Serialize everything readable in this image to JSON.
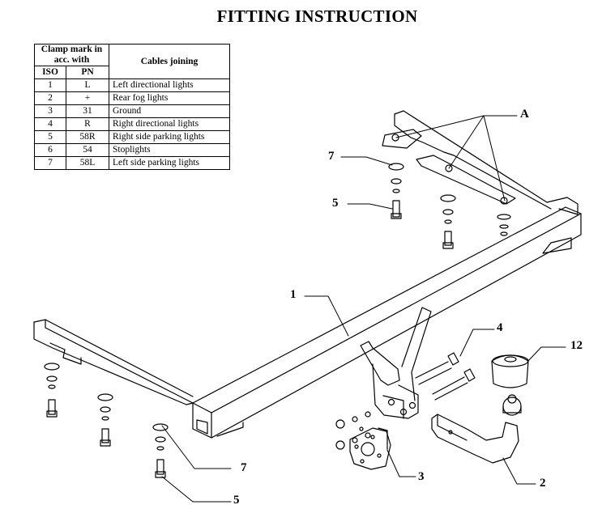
{
  "title": "FITTING INSTRUCTION",
  "table": {
    "header_left": "Clamp mark in acc. with",
    "header_right": "Cables joining",
    "sub_iso": "ISO",
    "sub_pn": "PN",
    "rows": [
      {
        "iso": "1",
        "pn": "L",
        "desc": "Left directional lights"
      },
      {
        "iso": "2",
        "pn": "+",
        "desc": "Rear fog lights"
      },
      {
        "iso": "3",
        "pn": "31",
        "desc": "Ground"
      },
      {
        "iso": "4",
        "pn": "R",
        "desc": "Right directional lights"
      },
      {
        "iso": "5",
        "pn": "58R",
        "desc": "Right side parking lights"
      },
      {
        "iso": "6",
        "pn": "54",
        "desc": "Stoplights"
      },
      {
        "iso": "7",
        "pn": "58L",
        "desc": "Left side parking lights"
      }
    ]
  },
  "callouts": {
    "a": "A",
    "seven_top": "7",
    "five_top": "5",
    "one": "1",
    "four": "4",
    "twelve": "12",
    "seven_bottom": "7",
    "three": "3",
    "two": "2",
    "five_bottom": "5"
  }
}
